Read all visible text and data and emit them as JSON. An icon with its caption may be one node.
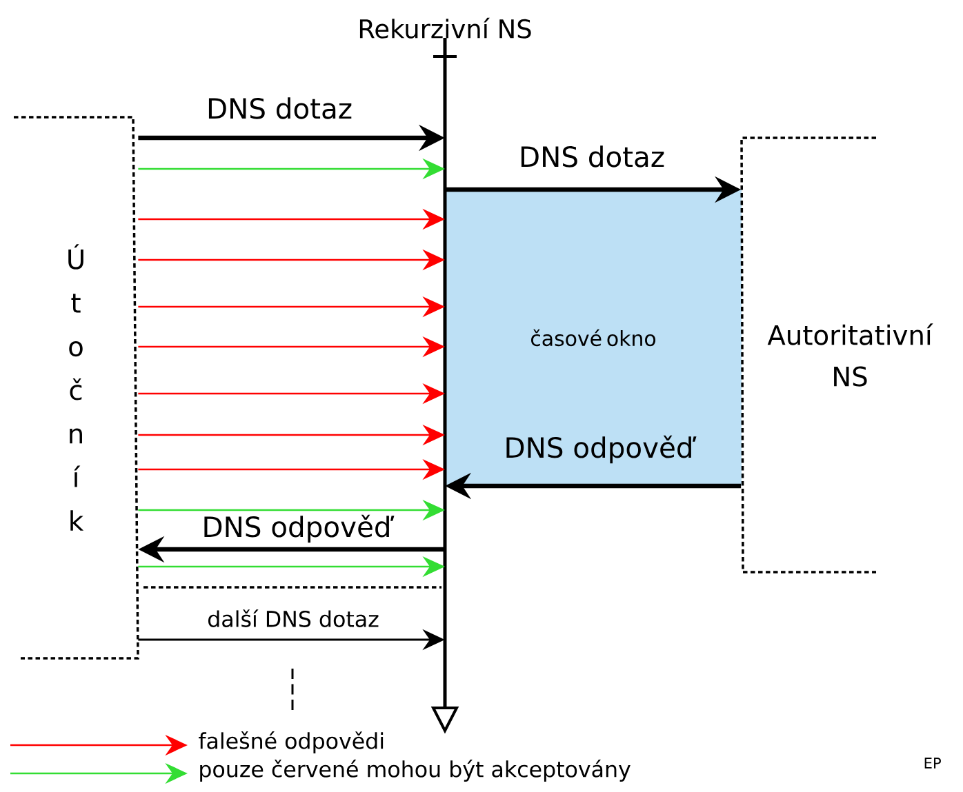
{
  "diagram": {
    "nodes": [
      {
        "text": [
          "Útočník"
        ]
      },
      {
        "text": [
          "Rekurzivní NS"
        ]
      },
      {
        "text": [
          "časové okno"
        ]
      },
      {
        "text": [
          "Autoritativní NS"
        ]
      }
    ],
    "edges": [
      {
        "from": 0,
        "to": 1,
        "arrow": "to",
        "label": "DNS dotaz",
        "style": "thick",
        "color": "#000000"
      },
      {
        "from": 0,
        "to": 1,
        "arrow": "to",
        "color": "#33dd33"
      },
      {
        "from": 0,
        "to": 1,
        "arrow": "to"
      },
      {
        "from": 0,
        "to": 1,
        "arrow": "to"
      },
      {
        "from": 0,
        "to": 1,
        "arrow": "to"
      },
      {
        "from": 0,
        "to": 1,
        "arrow": "to"
      },
      {
        "from": 0,
        "to": 1,
        "arrow": "to"
      },
      {
        "from": 0,
        "to": 1,
        "arrow": "to"
      },
      {
        "from": 0,
        "to": 1,
        "arrow": "to"
      },
      {
        "from": 0,
        "to": 1,
        "arrow": "to",
        "color": "#33dd33"
      },
      {
        "from": 1,
        "to": 0,
        "arrow": "to",
        "label": "DNS odpověď",
        "style": "thick",
        "color": "#000000"
      },
      {
        "from": 0,
        "to": 1,
        "arrow": "to",
        "color": "#33dd33"
      },
      {
        "from": 0,
        "to": 1,
        "arrow": "to",
        "label": "další DNS dotaz",
        "color": "#000000"
      },
      {
        "from": 1,
        "to": 3,
        "arrow": "to",
        "label": "DNS dotaz",
        "style": "thick",
        "color": "#000000"
      },
      {
        "from": 3,
        "to": 1,
        "arrow": "to",
        "label": "DNS odpověď",
        "style": "thick",
        "color": "#000000"
      }
    ],
    "labels": [
      "EP"
    ],
    "legend": [
      {
        "text": "falešné odpovědi"
      },
      {
        "text": "pouze červené mohou být akceptovány"
      }
    ]
  }
}
